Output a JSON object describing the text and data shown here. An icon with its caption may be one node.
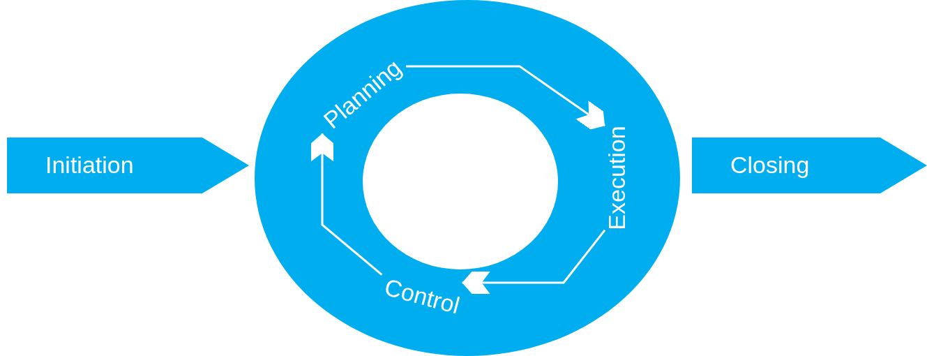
{
  "diagram": {
    "nodes": [
      {
        "text": [
          "Initiation"
        ]
      },
      {
        "text": [],
        "shape": "circle"
      },
      {
        "text": [
          "Planning"
        ],
        "in": 1
      },
      {
        "text": [
          "Execution"
        ],
        "in": 1
      },
      {
        "text": [
          "Control"
        ],
        "in": 1
      },
      {
        "text": [
          "Closing"
        ]
      }
    ],
    "edges": [
      {
        "from": 2,
        "to": 3,
        "arrow": "to"
      },
      {
        "from": 3,
        "to": 4,
        "arrow": "to"
      },
      {
        "from": 4,
        "to": 2,
        "arrow": "to"
      }
    ]
  }
}
